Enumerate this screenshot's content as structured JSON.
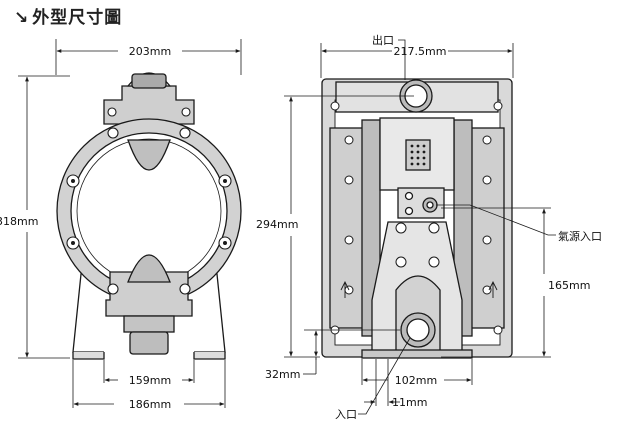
{
  "title": {
    "arrow": "↘",
    "text": "外型尺寸圖"
  },
  "left_view": {
    "width_top": "203mm",
    "height": "318mm",
    "base_inner": "159mm",
    "base_outer": "186mm"
  },
  "right_view": {
    "width_top": "217.5mm",
    "outlet_label": "出口",
    "height_total": "294mm",
    "air_inlet_label": "氣源入口",
    "height_inlet": "165mm",
    "bottom_offset": "32mm",
    "base_width": "102mm",
    "inlet_label": "入口",
    "inlet_offset": "11mm"
  },
  "colors": {
    "line": "#1a1a1a",
    "body": "#ffffff",
    "shade": "#b9b9b9",
    "dark": "#555555"
  }
}
